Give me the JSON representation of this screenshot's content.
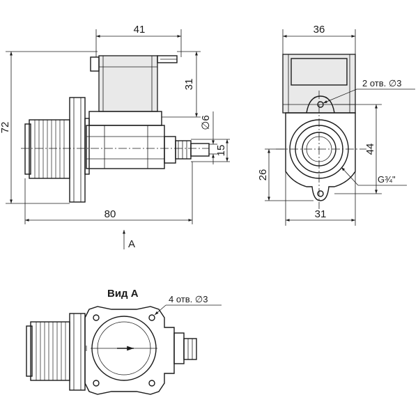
{
  "dimensions": {
    "side_width": "41",
    "side_height": "72",
    "coil_height": "31",
    "outlet_diameter": "∅6",
    "outlet_height": "15",
    "total_length": "80",
    "front_width_top": "36",
    "front_width_bottom": "31",
    "front_height": "44",
    "front_axis_height": "26"
  },
  "notes": {
    "front_holes": "2 отв. ∅3",
    "thread": "G¾\"",
    "bottom_holes": "4 отв. ∅3"
  },
  "view": {
    "arrow_label": "A",
    "title": "Вид А"
  }
}
